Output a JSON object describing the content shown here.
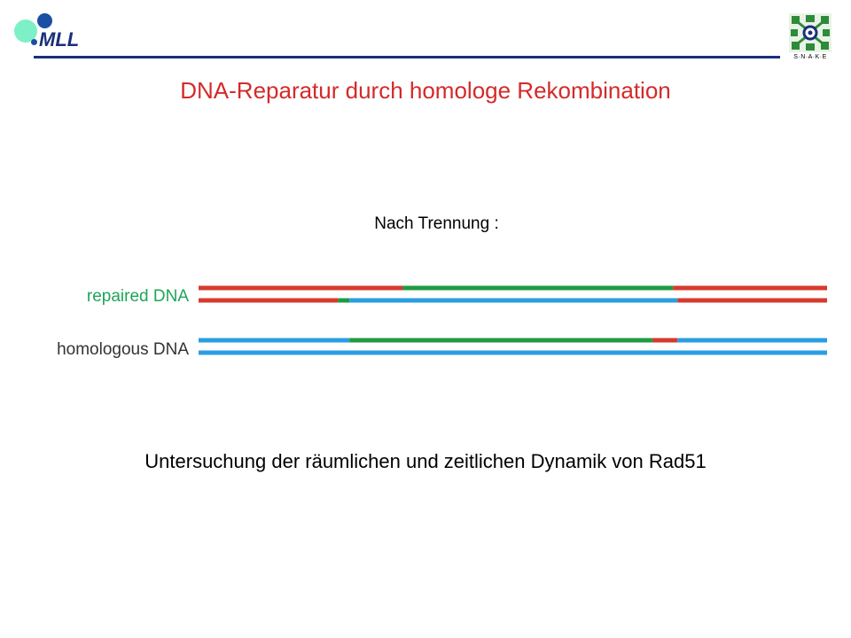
{
  "header": {
    "logo_left": {
      "text": "MLL",
      "colors": {
        "big_dot": "#7ef0c8",
        "top_dot": "#1a4fa3",
        "small_dot": "#1a4fa3",
        "text": "#1a2f7a"
      }
    },
    "logo_right": {
      "text": "S·N·A·K·E",
      "colors": {
        "mark": "#2e8b3a",
        "center": "#1a2f7a",
        "background": "#e8f3e6"
      }
    },
    "rule_color": "#1a2f7a"
  },
  "slide": {
    "title": "DNA-Reparatur durch homologe Rekombination",
    "title_color": "#d42a2a",
    "subtitle": "Nach Trennung :",
    "conclusion": "Untersuchung der räumlichen und zeitlichen Dynamik von Rad51"
  },
  "diagram": {
    "colors": {
      "red": "#d63a2e",
      "green": "#1f9a45",
      "blue": "#2a9ee0",
      "label": "#1fa55a",
      "label_dark": "#333333"
    },
    "duplexes": [
      {
        "label": "repaired DNA",
        "label_color": "#1fa55a",
        "strands": [
          [
            {
              "color": "red",
              "from": 0.0,
              "to": 0.325
            },
            {
              "color": "green",
              "from": 0.325,
              "to": 0.755
            },
            {
              "color": "red",
              "from": 0.755,
              "to": 1.0
            }
          ],
          [
            {
              "color": "red",
              "from": 0.0,
              "to": 0.222
            },
            {
              "color": "green",
              "from": 0.222,
              "to": 0.24
            },
            {
              "color": "blue",
              "from": 0.24,
              "to": 0.762
            },
            {
              "color": "red",
              "from": 0.762,
              "to": 1.0
            }
          ]
        ]
      },
      {
        "label": "homologous DNA",
        "label_color": "#333333",
        "strands": [
          [
            {
              "color": "blue",
              "from": 0.0,
              "to": 0.24
            },
            {
              "color": "green",
              "from": 0.24,
              "to": 0.722
            },
            {
              "color": "red",
              "from": 0.722,
              "to": 0.762
            },
            {
              "color": "blue",
              "from": 0.762,
              "to": 1.0
            }
          ],
          [
            {
              "color": "blue",
              "from": 0.0,
              "to": 1.0
            }
          ]
        ]
      }
    ]
  }
}
